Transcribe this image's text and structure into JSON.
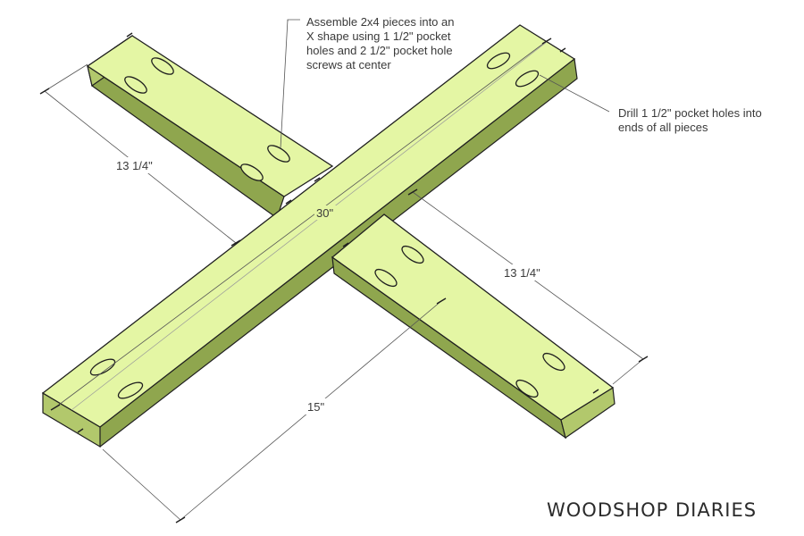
{
  "annotations": {
    "top_note": [
      "Assemble 2x4 pieces into an",
      "X shape using 1 1/2\" pocket",
      "holes and 2 1/2\" pocket hole",
      "screws at center"
    ],
    "right_note": [
      "Drill 1 1/2\" pocket holes into",
      "ends of all pieces"
    ]
  },
  "dimensions": {
    "upper_left": "13 1/4\"",
    "center": "30\"",
    "right": "13 1/4\"",
    "bottom": "15\""
  },
  "brand": "WOODSHOP DIARIES",
  "colors": {
    "wood_top": "#e4f6a4",
    "wood_side": "#8fa64e",
    "wood_end": "#b2c86c",
    "outline": "#1f1f1f",
    "dimension_line": "#555555"
  }
}
